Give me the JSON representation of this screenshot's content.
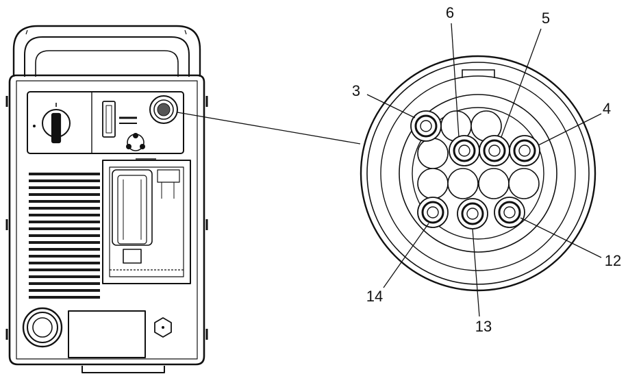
{
  "colors": {
    "line": "#111111",
    "panel_fill": "#ffffff",
    "vent_fill": "#1a1a1a",
    "background": "#ffffff"
  },
  "diagram": {
    "subject": "rear-panel-with-machine-interface-connector",
    "callouts": [
      {
        "id": "pin-3",
        "label": "3"
      },
      {
        "id": "pin-6",
        "label": "6"
      },
      {
        "id": "pin-5",
        "label": "5"
      },
      {
        "id": "pin-4",
        "label": "4"
      },
      {
        "id": "pin-12",
        "label": "12"
      },
      {
        "id": "pin-13",
        "label": "13"
      },
      {
        "id": "pin-14",
        "label": "14"
      }
    ],
    "populated_pins": [
      "3",
      "6",
      "5",
      "4",
      "12",
      "13",
      "14"
    ],
    "total_pin_positions": 14
  }
}
